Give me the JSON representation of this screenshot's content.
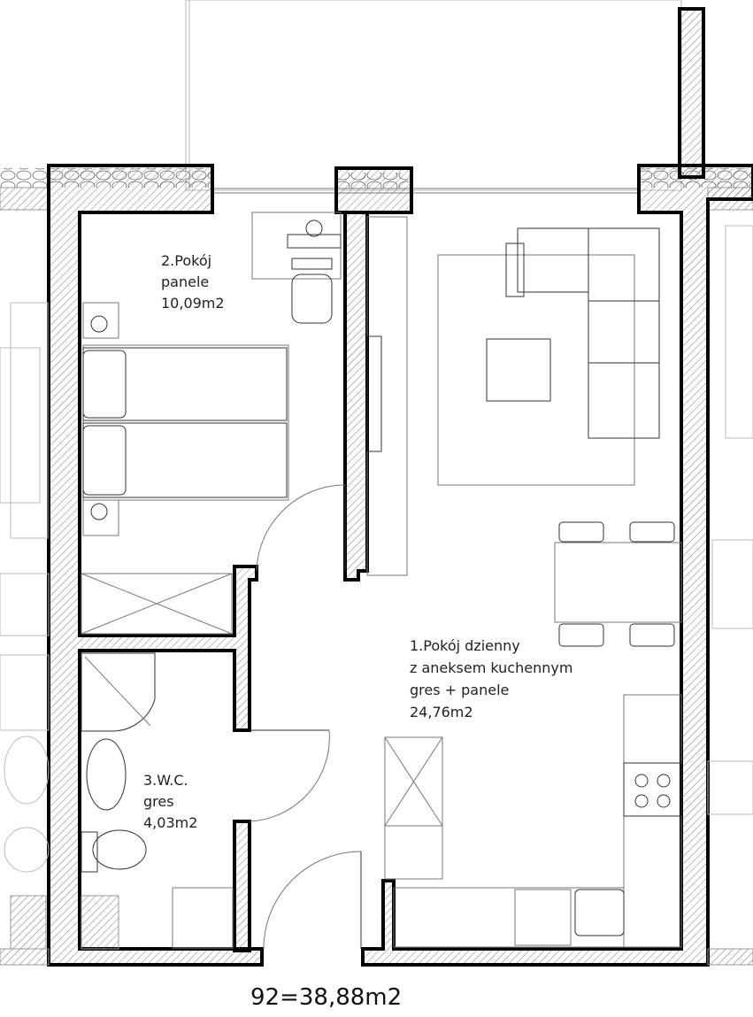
{
  "rooms": [
    {
      "name": "1.Pokój dzienny",
      "line2": "z aneksem kuchennym",
      "finish": "gres + panele",
      "area": "24,76m2"
    },
    {
      "name": "2.Pokój",
      "finish": "panele",
      "area": "10,09m2"
    },
    {
      "name": "3.W.C.",
      "finish": "gres",
      "area": "4,03m2"
    }
  ],
  "total": "92=38,88m2"
}
